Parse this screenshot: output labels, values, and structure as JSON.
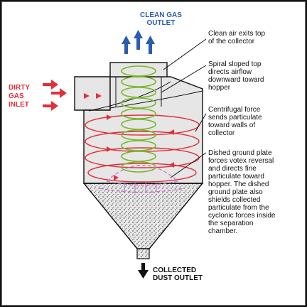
{
  "labels": {
    "clean_gas_outlet": "CLEAN GAS\nOUTLET",
    "dirty_gas_inlet": "DIRTY\nGAS\nINLET",
    "collected_dust_outlet": "COLLECTED\nDUST OUTLET",
    "callout_clean_air": "Clean air exits top\nof the collector",
    "callout_spiral_top": "Spiral sloped top\ndirects airflow\ndownward toward\nhopper",
    "callout_centrifugal": "Centrifugal force\nsends particulate\ntoward walls of\ncollector",
    "callout_dished_plate": "Dished ground plate\nforces votex reversal\nand directs fine\nparticulate toward\nhopper. The dished\nground plate also\nshields collected\nparticulate from the\ncyclonic forces inside\nthe separation\nchamber."
  },
  "colors": {
    "clean_gas": "#2a5db0",
    "dirty_gas": "#e0303a",
    "inner_vortex": "#7ab82e",
    "dished_plate": "#c47ac9",
    "body_fill": "#e6e6e6",
    "outline": "#111111"
  },
  "icons": {
    "clean_arrow": "arrow-up-icon",
    "dirty_arrow": "arrow-right-icon",
    "dust_arrow": "arrow-down-icon"
  }
}
